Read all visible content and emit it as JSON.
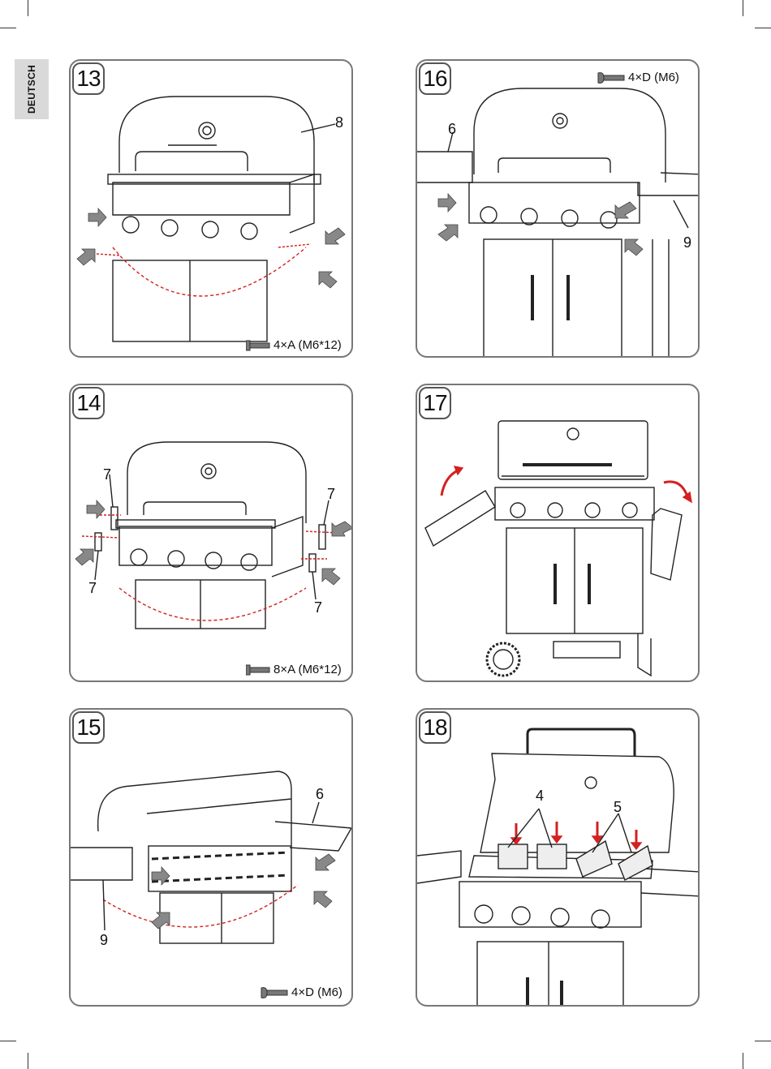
{
  "language_tab": "DEUTSCH",
  "steps": [
    {
      "number": "13",
      "screw_note": "4×A (M6*12)",
      "screw_icon": "bolt-a-icon",
      "parts": [
        "8"
      ]
    },
    {
      "number": "16",
      "screw_note": "4×D (M6)",
      "screw_icon": "bolt-d-icon",
      "parts": [
        "6",
        "9"
      ]
    },
    {
      "number": "14",
      "screw_note": "8×A (M6*12)",
      "screw_icon": "bolt-a-icon",
      "parts": [
        "7",
        "7",
        "7",
        "7"
      ]
    },
    {
      "number": "17",
      "screw_note": "",
      "parts": []
    },
    {
      "number": "15",
      "screw_note": "4×D (M6)",
      "screw_icon": "bolt-d-icon",
      "parts": [
        "6",
        "9"
      ]
    },
    {
      "number": "18",
      "screw_note": "",
      "parts": [
        "4",
        "5"
      ]
    }
  ],
  "colors": {
    "arrow": "#d42020",
    "line": "#222222",
    "panel_border": "#777777",
    "tab": "#d9d9d9"
  }
}
